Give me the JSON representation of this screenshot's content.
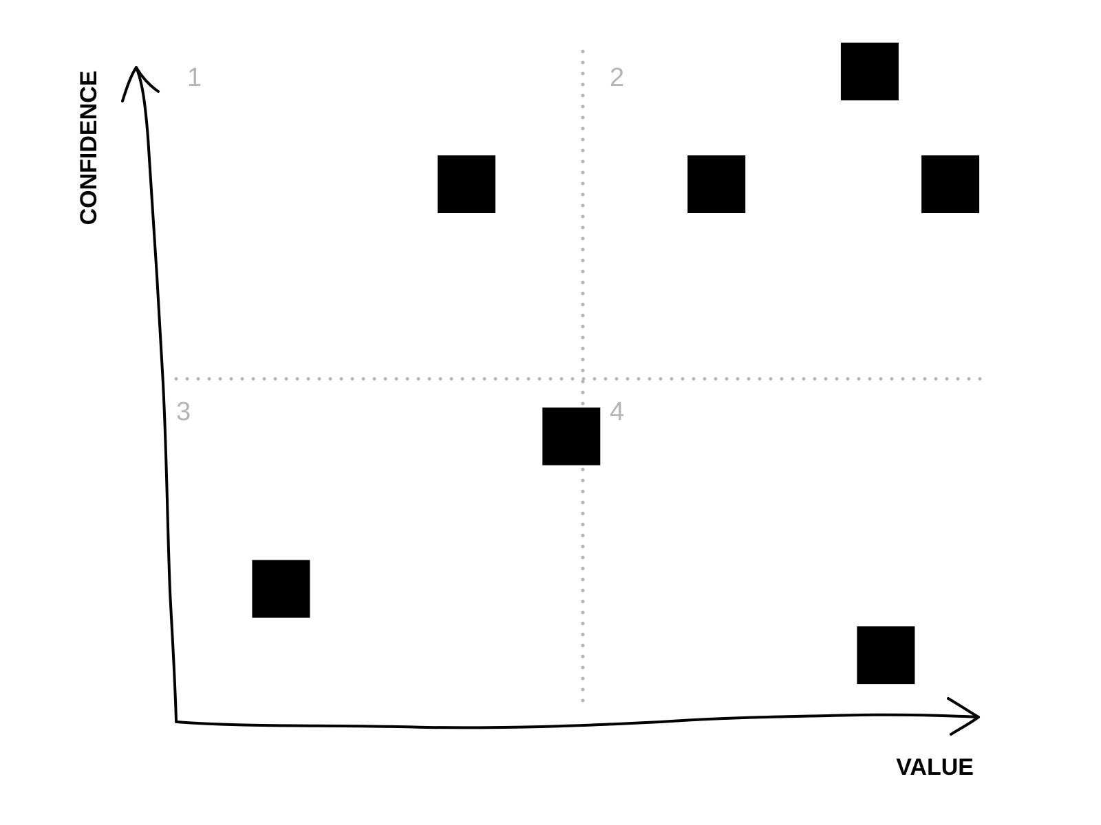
{
  "axes": {
    "y_label": "CONFIDENCE",
    "x_label": "VALUE"
  },
  "quadrants": {
    "q1": "1",
    "q2": "2",
    "q3": "3",
    "q4": "4"
  },
  "colors": {
    "ink": "#000000",
    "divider": "#b4b4b4",
    "background": "#ffffff"
  },
  "items": [
    {
      "quadrant": "1",
      "value": 0.36,
      "confidence": 0.8
    },
    {
      "quadrant": "2",
      "value": 0.86,
      "confidence": 0.97
    },
    {
      "quadrant": "2",
      "value": 0.67,
      "confidence": 0.8
    },
    {
      "quadrant": "2",
      "value": 0.96,
      "confidence": 0.8
    },
    {
      "quadrant": "3",
      "value": 0.49,
      "confidence": 0.42
    },
    {
      "quadrant": "3",
      "value": 0.13,
      "confidence": 0.19
    },
    {
      "quadrant": "4",
      "value": 0.88,
      "confidence": 0.09
    }
  ]
}
